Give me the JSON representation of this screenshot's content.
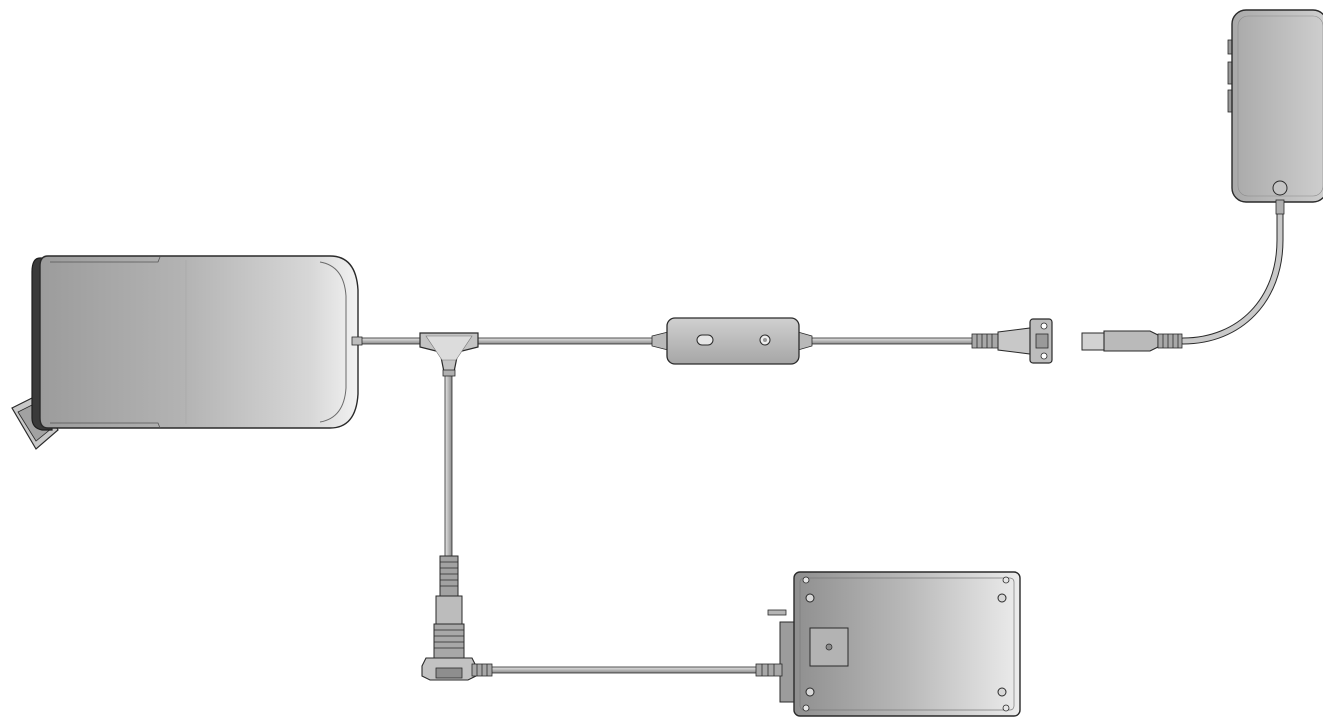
{
  "diagram": {
    "components": [
      {
        "id": "main-unit",
        "icon": "rounded-rectangular-device-with-angled-connector"
      },
      {
        "id": "y-splitter",
        "icon": "y-cable-splitter"
      },
      {
        "id": "inline-module",
        "icon": "inline-cable-module-with-button-and-led"
      },
      {
        "id": "usb-connector-plug",
        "icon": "usb-plug"
      },
      {
        "id": "usb-panel-socket",
        "icon": "panel-mount-usb-socket"
      },
      {
        "id": "smartphone",
        "icon": "smartphone"
      },
      {
        "id": "round-connector",
        "icon": "circular-threaded-connector"
      },
      {
        "id": "control-box",
        "icon": "flanged-enclosure-box"
      }
    ],
    "connections": [
      {
        "from": "main-unit",
        "to": "y-splitter"
      },
      {
        "from": "y-splitter",
        "to": "inline-module"
      },
      {
        "from": "inline-module",
        "to": "usb-panel-socket"
      },
      {
        "from": "usb-connector-plug",
        "to": "smartphone"
      },
      {
        "from": "y-splitter",
        "to": "round-connector"
      },
      {
        "from": "round-connector",
        "to": "control-box"
      }
    ],
    "colors": {
      "background": "#ffffff",
      "outline": "#2a2a2a",
      "body_light": "#e4e4e4",
      "body_mid": "#b8b8b8",
      "body_dark": "#8a8a8a",
      "edge_dark": "#3a3a3a"
    }
  }
}
